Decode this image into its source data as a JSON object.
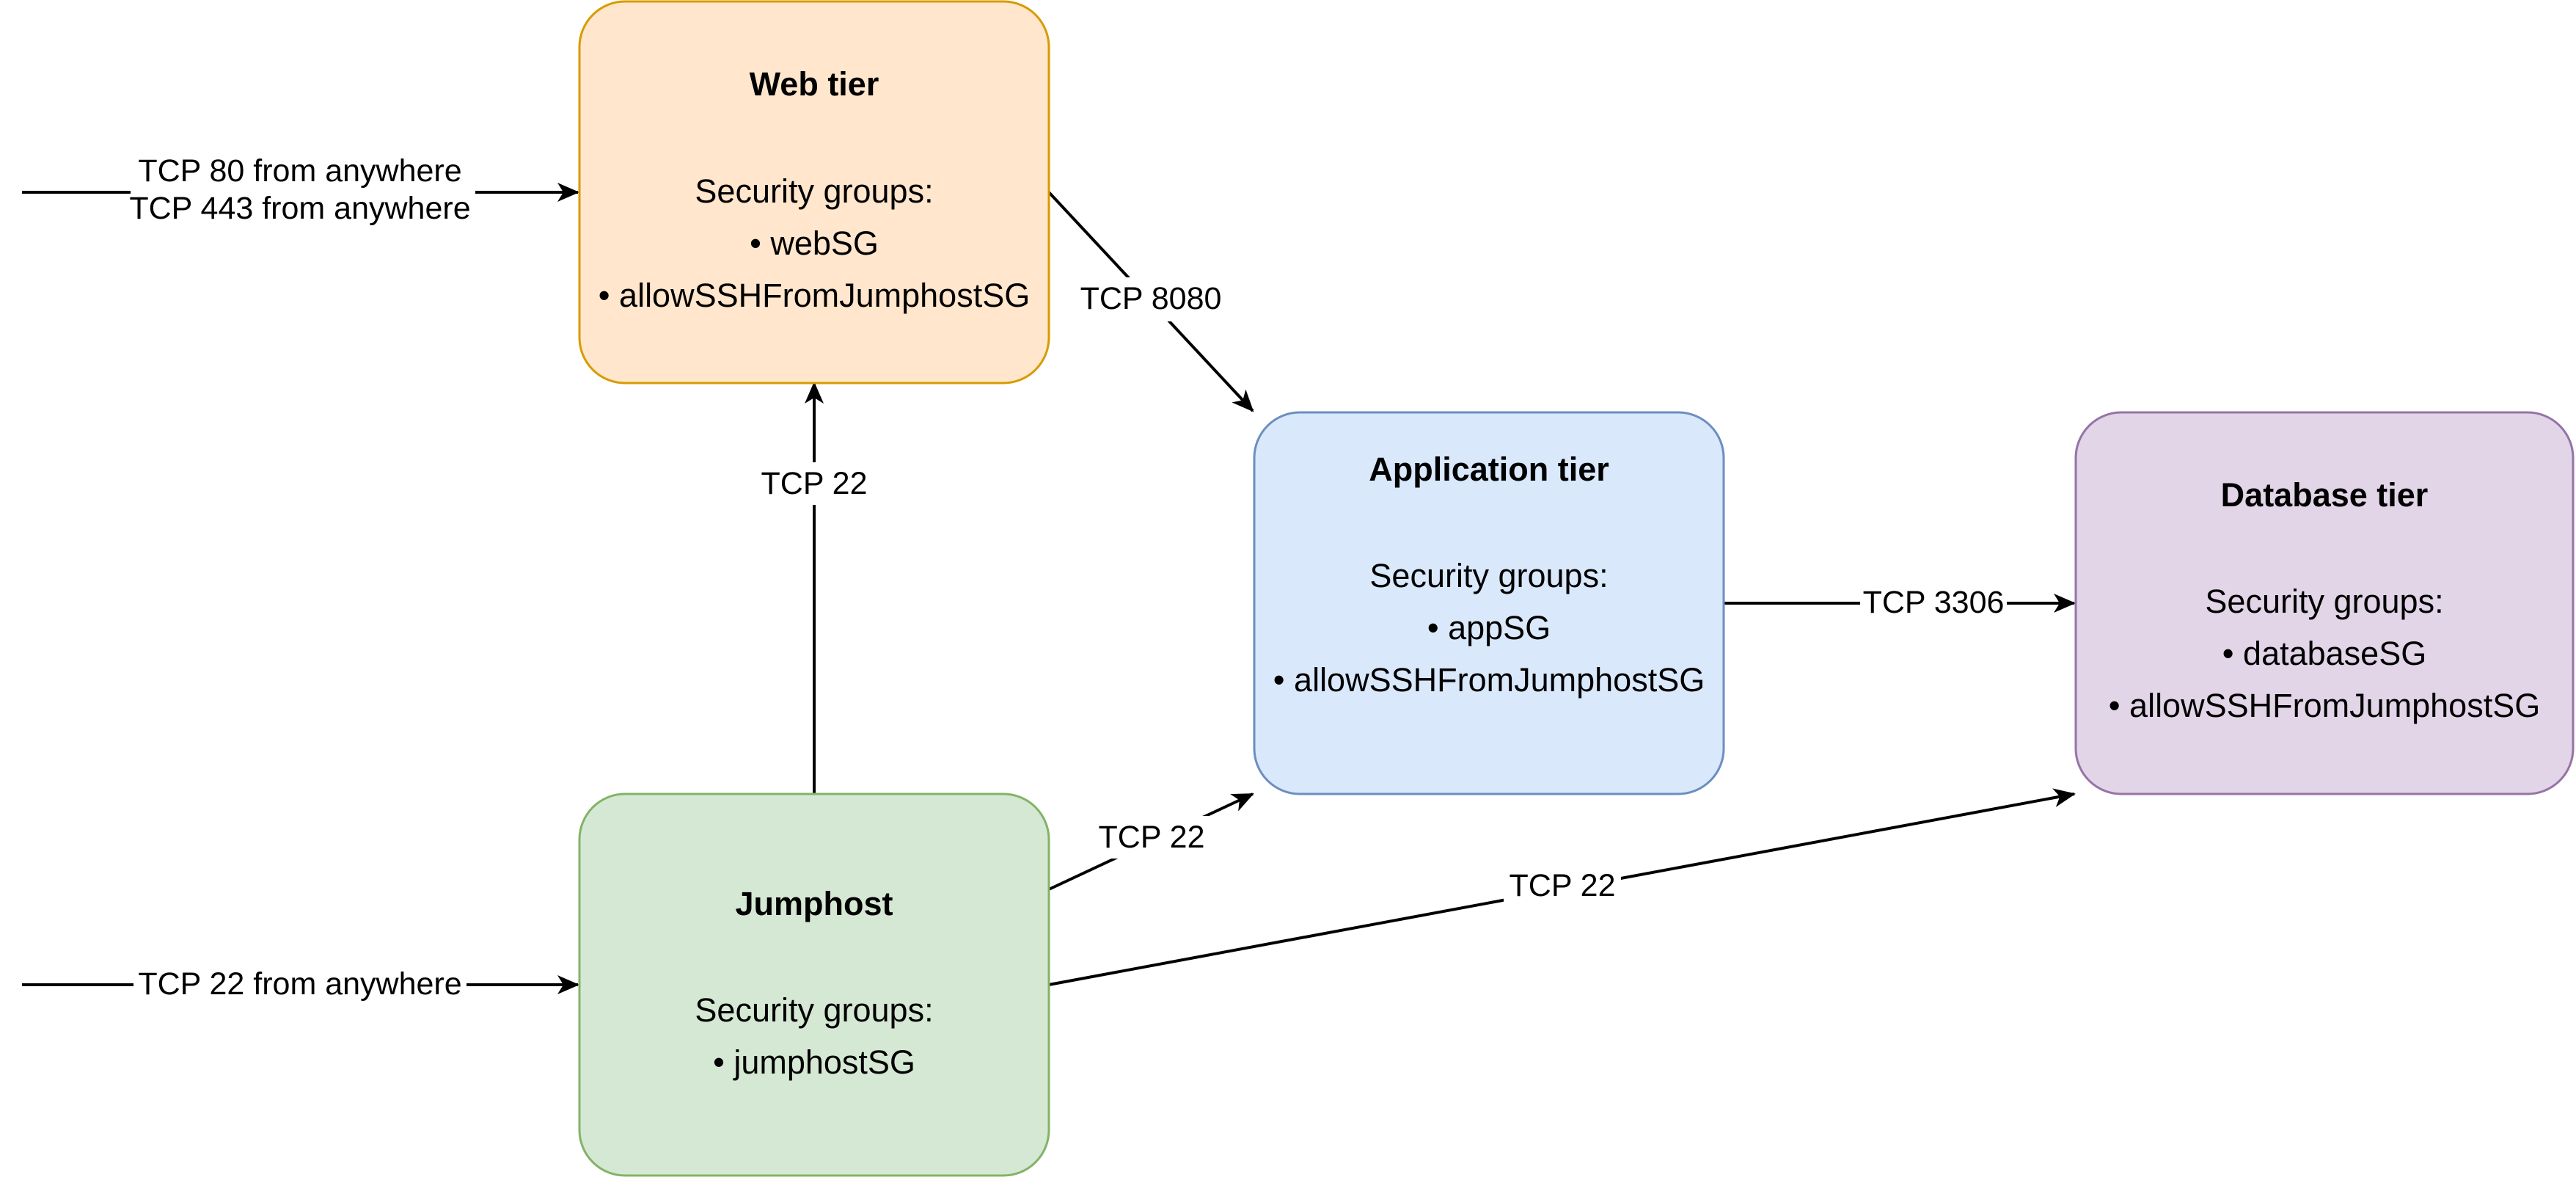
{
  "nodes": {
    "web": {
      "title": "Web tier",
      "sg_heading": "Security groups:",
      "items": [
        "• webSG",
        "• allowSSHFromJumphostSG"
      ],
      "fill": "#ffe6cc",
      "stroke": "#d79b00"
    },
    "app": {
      "title": "Application tier",
      "sg_heading": "Security groups:",
      "items": [
        "• appSG",
        "• allowSSHFromJumphostSG"
      ],
      "fill": "#dae8fc",
      "stroke": "#6c8ebf"
    },
    "db": {
      "title": "Database tier",
      "sg_heading": "Security groups:",
      "items": [
        "• databaseSG",
        "• allowSSHFromJumphostSG"
      ],
      "fill": "#e1d5e7",
      "stroke": "#9673a6"
    },
    "jump": {
      "title": "Jumphost",
      "sg_heading": "Security groups:",
      "items": [
        "• jumphostSG"
      ],
      "fill": "#d5e8d4",
      "stroke": "#82b366"
    }
  },
  "edges": {
    "internet_to_web": [
      "TCP 80 from anywhere",
      "TCP 443 from anywhere"
    ],
    "web_to_app": "TCP 8080",
    "jump_to_web": "TCP 22",
    "jump_to_app": "TCP 22",
    "jump_to_db": "TCP 22",
    "app_to_db": "TCP 3306",
    "internet_to_jump": "TCP 22 from anywhere"
  },
  "colors": {
    "line": "#000000",
    "background": "#ffffff"
  }
}
